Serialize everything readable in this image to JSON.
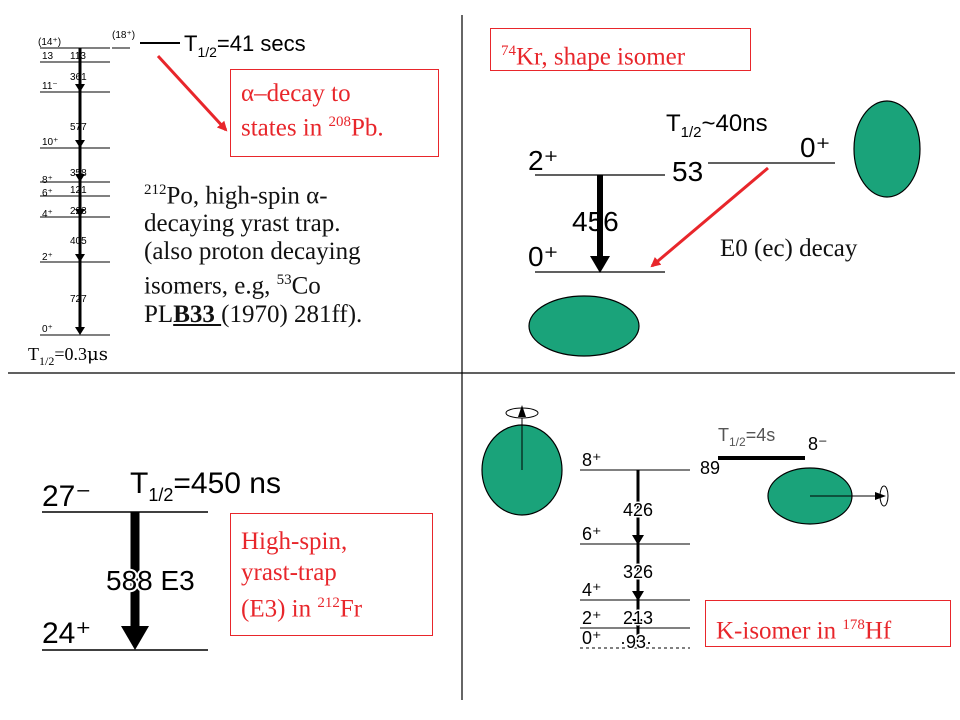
{
  "colors": {
    "accent": "#e8262b",
    "ellipse": "#1aa37a",
    "ink": "#111111"
  },
  "panel_tl": {
    "spins_top": {
      "s14": "(14⁺)",
      "s18": "(18⁺)",
      "s13": "13",
      "s11": "11⁻",
      "s10": "10⁺",
      "s8": "8⁺",
      "s6": "6⁺",
      "s4": "4⁺",
      "s2": "2⁺",
      "s0": "0⁺"
    },
    "energies": {
      "e113": "113",
      "e361": "361",
      "e577": "577",
      "e358": "358",
      "e121": "121",
      "e223": "223",
      "e405": "405",
      "e727": "727"
    },
    "half_life_top": {
      "t": "T",
      "sub": "1/2",
      "val": "=41 secs"
    },
    "half_life_bottom": {
      "t": "T",
      "sub": "1/2",
      "val": "=0.3",
      "unit": "μs"
    },
    "box": {
      "alpha": "α",
      "line1": "–decay to",
      "line2a": "states in ",
      "sup": "208",
      "line2b": "Pb."
    },
    "desc": {
      "sup1": "212",
      "l1": "Po, high-spin  α-",
      "l2": "decaying yrast trap.",
      "l3": "(also proton decaying",
      "l4a": "isomers, e.g, ",
      "sup2": "53",
      "l4b": "Co",
      "l5a": "PL",
      "l5b": "B33 ",
      "l5c": "(1970) 281ff)."
    }
  },
  "panel_tr": {
    "box": {
      "sup": "74",
      "text": "Kr, shape isomer"
    },
    "half_life": {
      "t": "T",
      "sub": "1/2",
      "val": "~40ns"
    },
    "levels": {
      "two_plus": "2⁺",
      "zero_plus_low": "0⁺",
      "zero_plus_high": "0⁺",
      "e53": "53",
      "e456": "456"
    },
    "decay_label": "E0 (ec) decay"
  },
  "panel_bl": {
    "levels": {
      "top": "27⁻",
      "bottom": "24⁺"
    },
    "half_life": {
      "t": "T",
      "sub": "1/2",
      "val": "=450 ns"
    },
    "transition": "588  E3",
    "box": {
      "l1": "High-spin,",
      "l2": "yrast-trap",
      "l3a": "(E3) in ",
      "sup": "212",
      "l3b": "Fr"
    }
  },
  "panel_br": {
    "levels": {
      "s8p": "8⁺",
      "s6p": "6⁺",
      "s4p": "4⁺",
      "s2p": "2⁺",
      "s0p": "0⁺",
      "s8m": "8⁻"
    },
    "energies": {
      "e89": "89",
      "e426": "426",
      "e326": "326",
      "e213": "213",
      "e93": "·93·"
    },
    "half_life": {
      "t": "T",
      "sub": "1/2",
      "val": "=4s"
    },
    "box": {
      "a": "K-isomer in ",
      "sup": "178",
      "b": "Hf"
    }
  }
}
